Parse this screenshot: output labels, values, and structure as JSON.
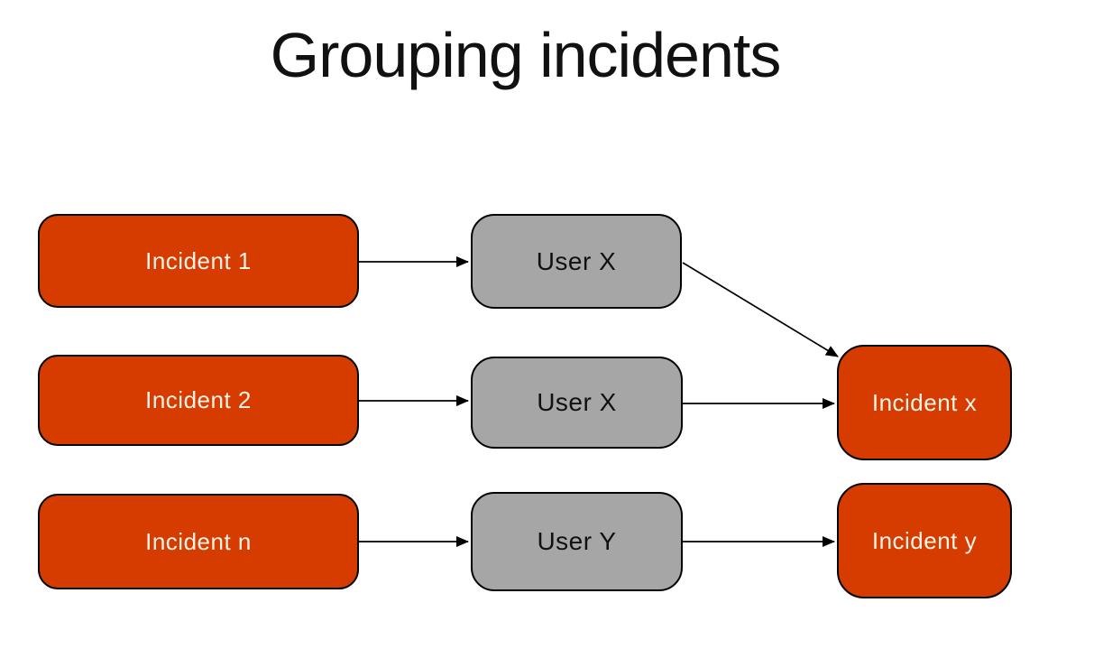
{
  "title": "Grouping incidents",
  "colors": {
    "background": "#FFFFFF",
    "incident_fill": "#D63C00",
    "incident_text": "#FBF3E6",
    "user_fill": "#A6A6A6",
    "user_text": "#111111",
    "border": "#000000",
    "arrow": "#000000"
  },
  "nodes": [
    {
      "id": "incident-1",
      "label": "Incident 1",
      "type": "incident"
    },
    {
      "id": "user-x-1",
      "label": "User X",
      "type": "user"
    },
    {
      "id": "incident-2",
      "label": "Incident 2",
      "type": "incident"
    },
    {
      "id": "user-x-2",
      "label": "User X",
      "type": "user"
    },
    {
      "id": "incident-n",
      "label": "Incident n",
      "type": "incident"
    },
    {
      "id": "user-y",
      "label": "User Y",
      "type": "user"
    },
    {
      "id": "incident-x",
      "label": "Incident x",
      "type": "incident"
    },
    {
      "id": "incident-y",
      "label": "Incident y",
      "type": "incident"
    }
  ],
  "edges": [
    {
      "from": "incident-1",
      "to": "user-x-1"
    },
    {
      "from": "user-x-1",
      "to": "incident-x"
    },
    {
      "from": "incident-2",
      "to": "user-x-2"
    },
    {
      "from": "user-x-2",
      "to": "incident-x"
    },
    {
      "from": "incident-n",
      "to": "user-y"
    },
    {
      "from": "user-y",
      "to": "incident-y"
    }
  ]
}
